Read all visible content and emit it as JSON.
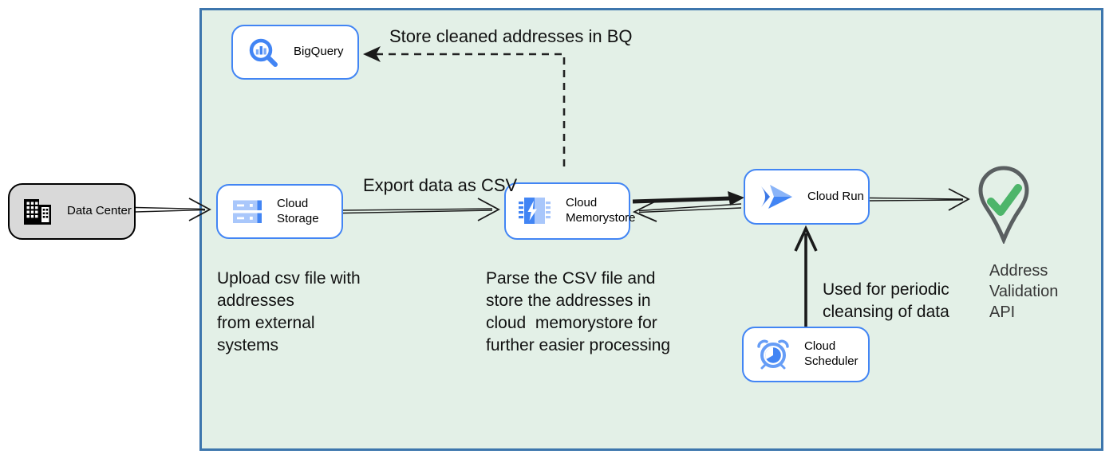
{
  "nodes": {
    "data_center": {
      "label": "Data Center"
    },
    "bigquery": {
      "label": "BigQuery"
    },
    "cloud_storage": {
      "label": "Cloud Storage"
    },
    "cloud_memorystore": {
      "label": "Cloud\nMemorystore"
    },
    "cloud_run": {
      "label": "Cloud Run"
    },
    "cloud_scheduler": {
      "label": "Cloud Scheduler"
    },
    "address_validation": {
      "label": "Address Validation\nAPI"
    }
  },
  "annotations": {
    "store_bq": "Store cleaned addresses in BQ",
    "export_csv": "Export data as CSV",
    "upload": "Upload csv file with\naddresses\nfrom external\nsystems",
    "parse": "Parse the CSV file and\nstore the addresses in\ncloud  memorystore for\nfurther easier processing",
    "periodic": "Used for periodic\ncleansing of data"
  },
  "colors": {
    "zone_fill": "#e3f0e7",
    "zone_border": "#3d76ad",
    "node_border": "#4285f4",
    "gcp_blue": "#4285f4",
    "gcp_blue_light": "#a9c7fb",
    "data_center_fill": "#d9d9d9",
    "arrow_black": "#1a1a1a",
    "pin_gray": "#5a5f61",
    "check_green": "#4db56a"
  }
}
